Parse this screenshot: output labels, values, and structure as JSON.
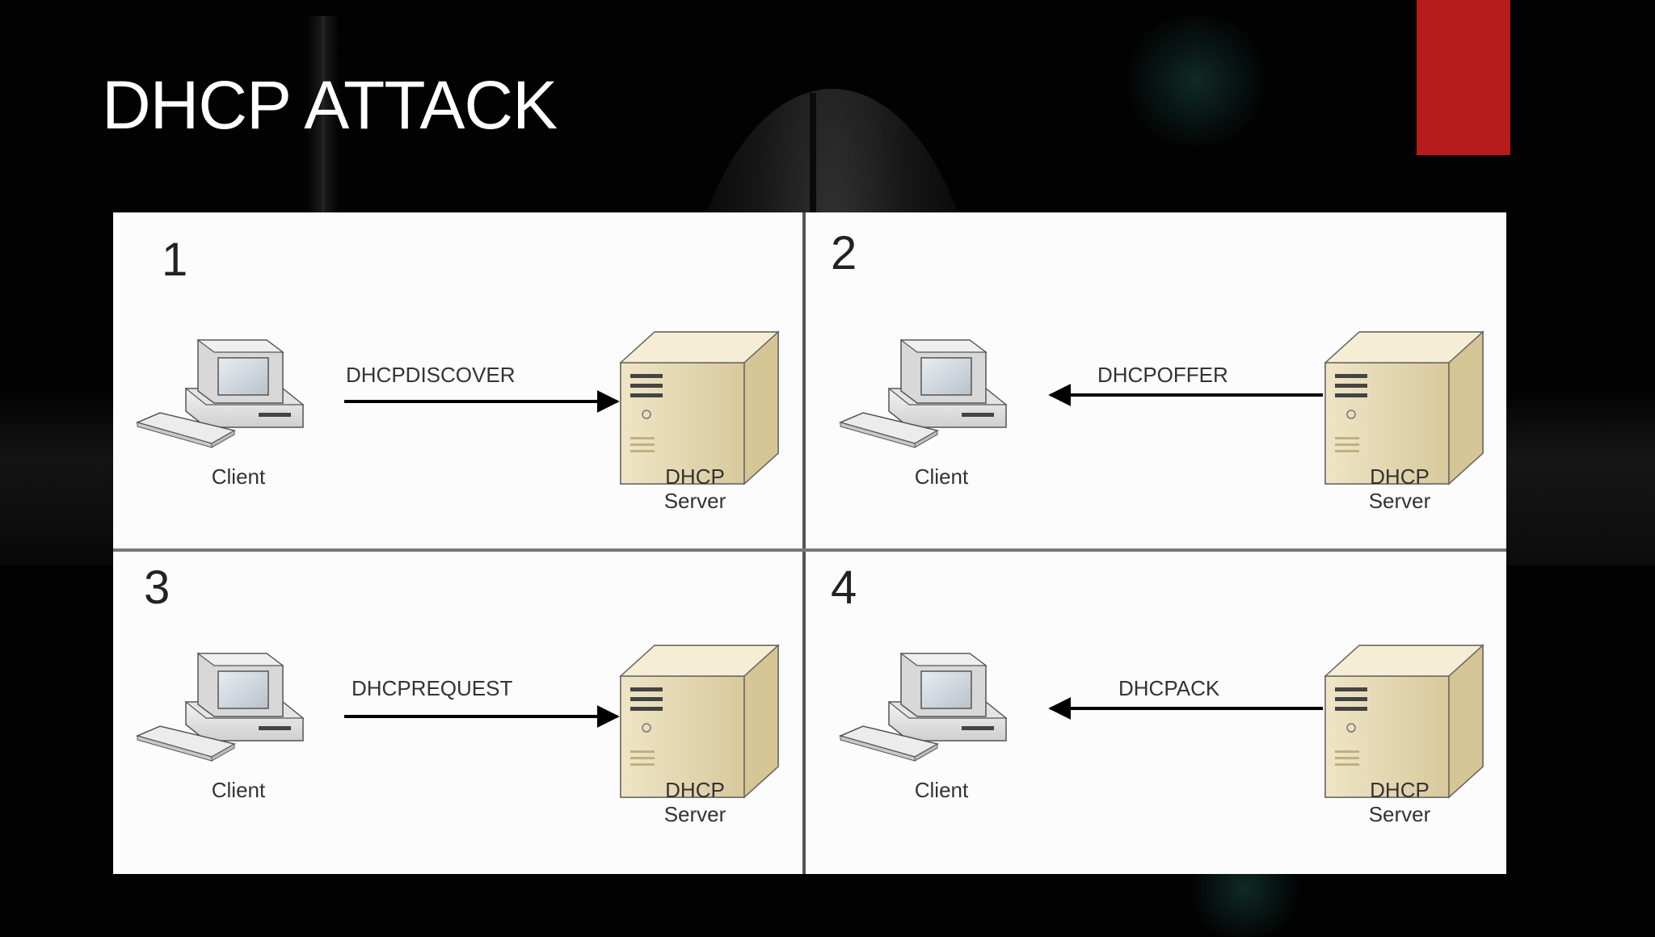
{
  "slide": {
    "title": "DHCP ATTACK",
    "accent_color": "#b71c1c"
  },
  "diagram": {
    "panels": [
      {
        "number": "1",
        "message": "DHCPDISCOVER",
        "direction": "client-to-server",
        "client_label": "Client",
        "server_label_line1": "DHCP",
        "server_label_line2": "Server"
      },
      {
        "number": "2",
        "message": "DHCPOFFER",
        "direction": "server-to-client",
        "client_label": "Client",
        "server_label_line1": "DHCP",
        "server_label_line2": "Server"
      },
      {
        "number": "3",
        "message": "DHCPREQUEST",
        "direction": "client-to-server",
        "client_label": "Client",
        "server_label_line1": "DHCP",
        "server_label_line2": "Server"
      },
      {
        "number": "4",
        "message": "DHCPACK",
        "direction": "server-to-client",
        "client_label": "Client",
        "server_label_line1": "DHCP",
        "server_label_line2": "Server"
      }
    ]
  }
}
